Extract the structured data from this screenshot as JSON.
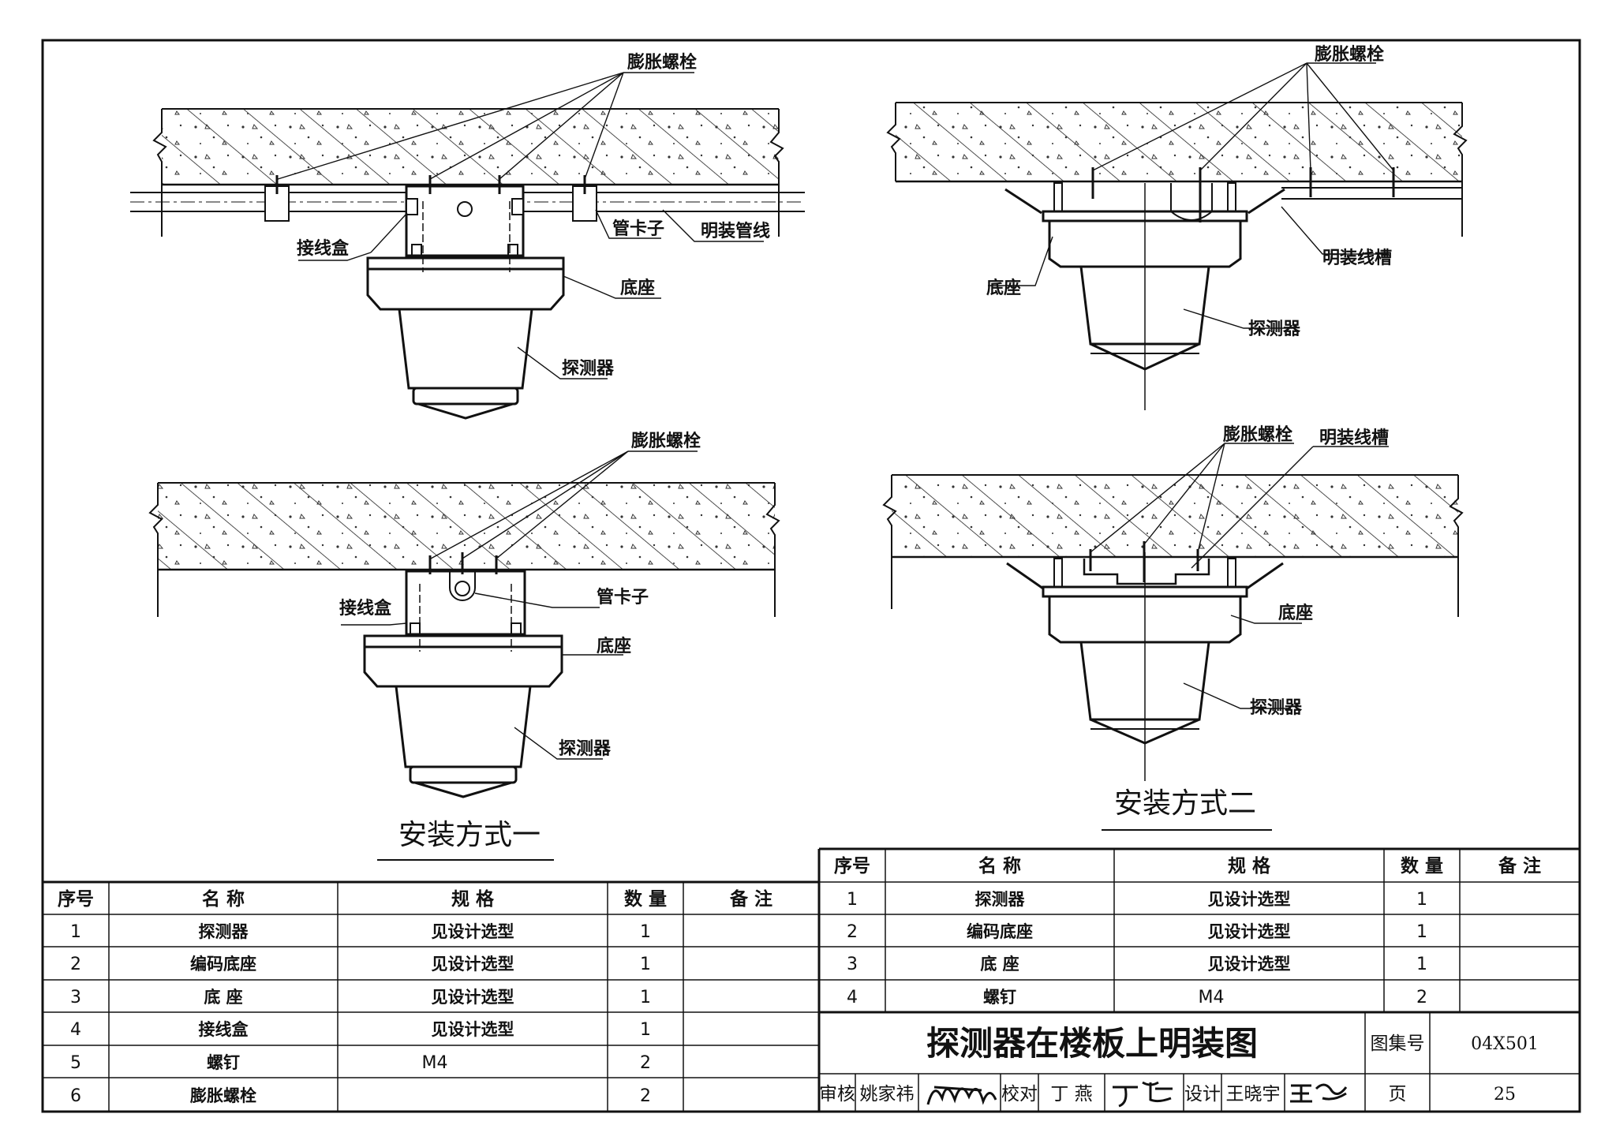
{
  "labels": {
    "expansion_bolt": "膨胀螺栓",
    "junction_box": "接线盒",
    "pipe_clip": "管卡子",
    "surface_conduit": "明装管线",
    "base": "底座",
    "detector": "探测器",
    "surface_trunking": "明装线槽"
  },
  "captions": {
    "method_one": "安装方式一",
    "method_two": "安装方式二"
  },
  "table_left": {
    "headers": [
      "序号",
      "名 称",
      "规 格",
      "数 量",
      "备 注"
    ],
    "rows": [
      {
        "no": "1",
        "name": "探测器",
        "spec": "见设计选型",
        "qty": "1",
        "note": ""
      },
      {
        "no": "2",
        "name": "编码底座",
        "spec": "见设计选型",
        "qty": "1",
        "note": ""
      },
      {
        "no": "3",
        "name": "底 座",
        "spec": "见设计选型",
        "qty": "1",
        "note": ""
      },
      {
        "no": "4",
        "name": "接线盒",
        "spec": "见设计选型",
        "qty": "1",
        "note": ""
      },
      {
        "no": "5",
        "name": "螺钉",
        "spec": "M4",
        "qty": "2",
        "note": ""
      },
      {
        "no": "6",
        "name": "膨胀螺栓",
        "spec": "",
        "qty": "2",
        "note": ""
      }
    ]
  },
  "table_right": {
    "headers": [
      "序号",
      "名 称",
      "规 格",
      "数 量",
      "备 注"
    ],
    "rows": [
      {
        "no": "1",
        "name": "探测器",
        "spec": "见设计选型",
        "qty": "1",
        "note": ""
      },
      {
        "no": "2",
        "name": "编码底座",
        "spec": "见设计选型",
        "qty": "1",
        "note": ""
      },
      {
        "no": "3",
        "name": "底 座",
        "spec": "见设计选型",
        "qty": "1",
        "note": ""
      },
      {
        "no": "4",
        "name": "螺钉",
        "spec": "M4",
        "qty": "2",
        "note": ""
      }
    ]
  },
  "title_block": {
    "title": "探测器在楼板上明装图",
    "atlas_label": "图集号",
    "atlas_no": "04X501",
    "page_label": "页",
    "page_no": "25",
    "review_label": "审核",
    "reviewer": "姚家祎",
    "reviewer_sig": "姚家祎",
    "check_label": "校对",
    "checker": "丁 燕",
    "checker_sig": "丁燕",
    "design_label": "设计",
    "designer": "王晓宇",
    "designer_sig": "王晓宇"
  }
}
